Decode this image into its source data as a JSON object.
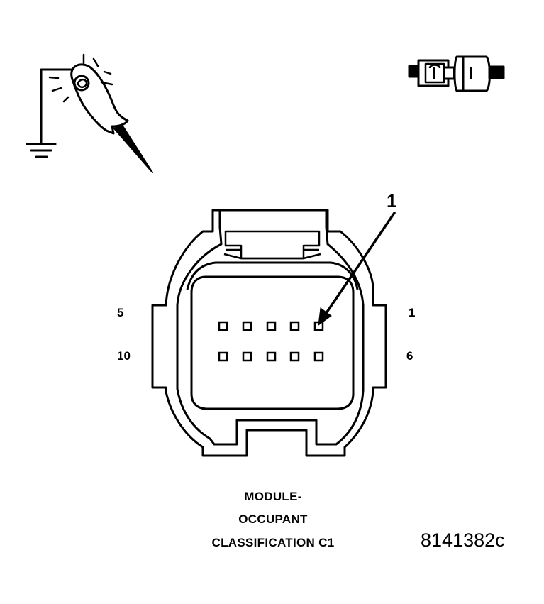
{
  "pin_labels": {
    "top_left": "5",
    "top_right": "1",
    "bottom_left": "10",
    "bottom_right": "6"
  },
  "callout": "1",
  "caption": {
    "line1": "MODULE-",
    "line2": "OCCUPANT",
    "line3": "CLASSIFICATION C1"
  },
  "figure_id": "8141382c",
  "icons": {
    "probe": "back-probe-ground-icon",
    "connector": "connector-pair-icon"
  },
  "colors": {
    "ink": "#000000",
    "paper": "#ffffff"
  }
}
